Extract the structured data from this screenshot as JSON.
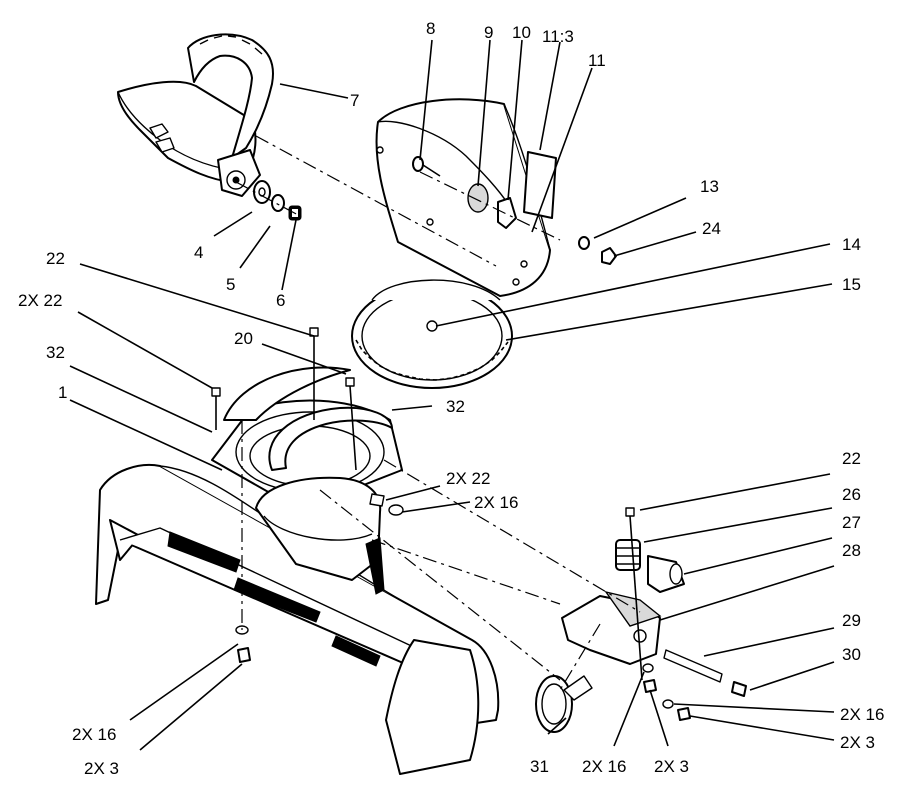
{
  "callouts": {
    "c1": "1",
    "c4": "4",
    "c5": "5",
    "c6": "6",
    "c7": "7",
    "c8": "8",
    "c9": "9",
    "c10": "10",
    "c11_3": "11:3",
    "c11": "11",
    "c13": "13",
    "c14": "14",
    "c15": "15",
    "c20": "20",
    "c22_top": "22",
    "c2x22_left": "2X 22",
    "c32_left": "32",
    "c32_right": "32",
    "c2x22_mid": "2X 22",
    "c2x16_mid": "2X 16",
    "c24": "24",
    "c22_right": "22",
    "c26": "26",
    "c27": "27",
    "c28": "28",
    "c29": "29",
    "c30": "30",
    "c2x16_right": "2X 16",
    "c2x3_right": "2X 3",
    "c31": "31",
    "c2x16_bottom": "2X 16",
    "c2x3_bottom": "2X 3",
    "c2x16_left": "2X 16",
    "c2x3_left": "2X 3"
  }
}
